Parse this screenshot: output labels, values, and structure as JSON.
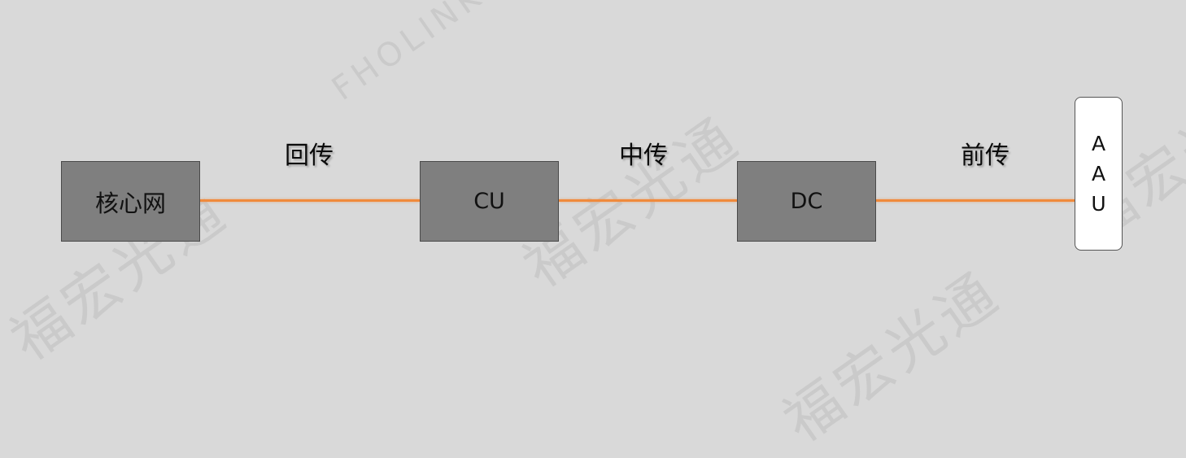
{
  "diagram": {
    "nodes": {
      "core_network": "核心网",
      "cu": "CU",
      "dc": "DC",
      "aau": [
        "A",
        "A",
        "U"
      ]
    },
    "links": {
      "backhaul": "回传",
      "midhaul": "中传",
      "fronthaul": "前传"
    },
    "link_color": "#f08a3c"
  },
  "watermark": {
    "text": "福宏光通",
    "brand": "FHOLINK"
  }
}
